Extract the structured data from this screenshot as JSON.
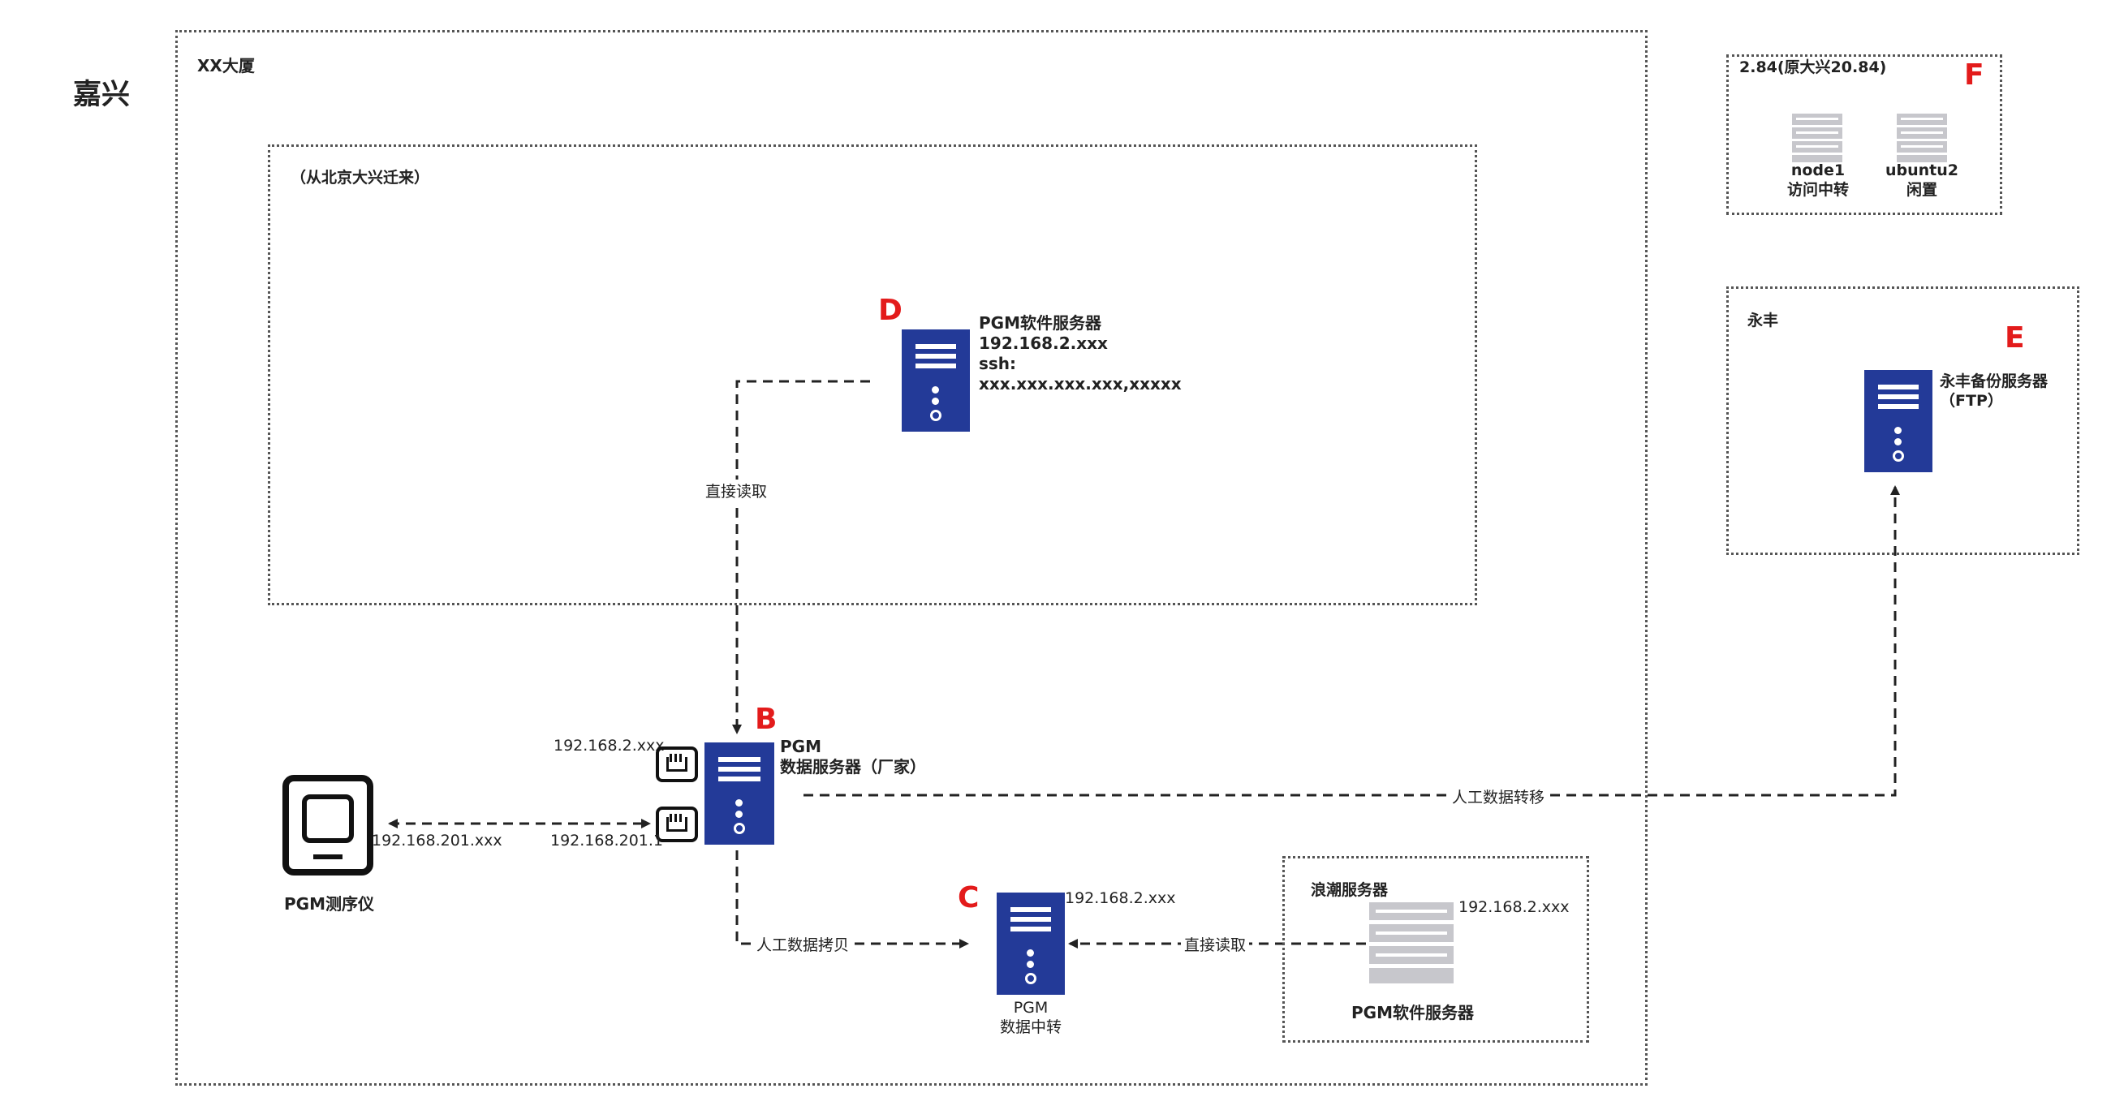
{
  "region": {
    "title": "嘉兴"
  },
  "building": {
    "title": "XX大厦"
  },
  "moved_area": {
    "title": "（从北京大兴迁来）"
  },
  "server_d": {
    "letter": "D",
    "name": "PGM软件服务器",
    "ip": "192.168.2.xxx",
    "ssh_label": "ssh:",
    "ssh_value": "xxx.xxx.xxx.xxx,xxxxx"
  },
  "server_b": {
    "letter": "B",
    "name_line1": "PGM",
    "name_line2": "数据服务器（厂家）",
    "port_top_ip": "192.168.2.xxx",
    "port_bottom_ip": "192.168.201.1"
  },
  "device_pgm": {
    "label": "PGM测序仪",
    "ip": "192.168.201.xxx"
  },
  "server_c": {
    "letter": "C",
    "ip": "192.168.2.xxx",
    "label_line1": "PGM",
    "label_line2": "数据中转"
  },
  "inspur": {
    "title": "浪潮服务器",
    "ip": "192.168.2.xxx",
    "server_label": "PGM软件服务器"
  },
  "f_box": {
    "title": "2.84(原大兴20.84)",
    "letter": "F",
    "node1_line1": "node1",
    "node1_line2": "访问中转",
    "node2_line1": "ubuntu2",
    "node2_line2": "闲置"
  },
  "yongfeng": {
    "title": "永丰",
    "letter": "E",
    "server_line1": "永丰备份服务器",
    "server_line2": "（FTP）"
  },
  "edges": {
    "d_to_b": "直接读取",
    "b_to_e": "人工数据转移",
    "b_to_c": "人工数据拷贝",
    "inspur_to_c": "直接读取"
  },
  "colors": {
    "server_blue": "#233a98",
    "letter_red": "#e31b1b",
    "gray_server": "#c7c7cc",
    "border": "#555555"
  }
}
